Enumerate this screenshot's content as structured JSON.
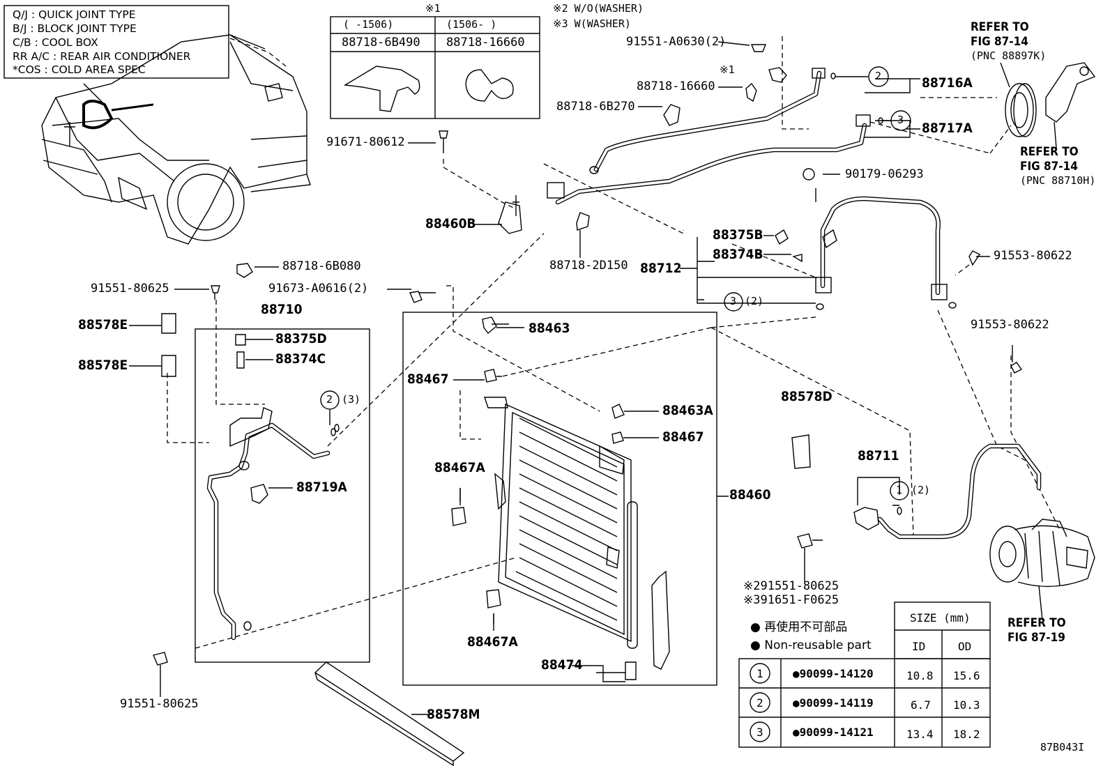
{
  "legend": {
    "lines": [
      "Q/J  :  QUICK JOINT TYPE",
      "B/J  :  BLOCK JOINT TYPE",
      "C/B  :  COOL BOX",
      "RR A/C  :  REAR AIR CONDITIONER",
      "*COS  :  COLD AREA SPEC"
    ]
  },
  "notes": {
    "note1": "※1",
    "note2": "※2 W/O(WASHER)",
    "note3": "※3 W(WASHER)"
  },
  "clip_table": {
    "header_col1": "(     -1506)",
    "header_col2": "(1506-     )",
    "part_col1": "88718-6B490",
    "part_col2": "88718-16660"
  },
  "parts": {
    "p91551_a0630": "91551-A0630(2)",
    "p88716a": "88716A",
    "p88717a": "88717A",
    "p88718_16660": "88718-16660",
    "p88718_6b270": "88718-6B270",
    "p91671": "91671-80612",
    "p88460b": "88460B",
    "p88718_2d150": "88718-2D150",
    "p90179": "90179-06293",
    "p88375b": "88375B",
    "p88374b": "88374B",
    "p88712": "88712",
    "p91553a": "91553-80622",
    "p91553b": "91553-80622",
    "p88718_6b080": "88718-6B080",
    "p91551_80625a": "91551-80625",
    "p91673": "91673-A0616(2)",
    "p88710": "88710",
    "p88578e_1": "88578E",
    "p88578e_2": "88578E",
    "p88375d": "88375D",
    "p88374c": "88374C",
    "p88719a": "88719A",
    "p88463": "88463",
    "p88467_1": "88467",
    "p88463a": "88463A",
    "p88467_2": "88467",
    "p88467a_1": "88467A",
    "p88467a_2": "88467A",
    "p88460": "88460",
    "p88474": "88474",
    "p88578d": "88578D",
    "p88711": "88711",
    "p91551_80625b": "91551-80625",
    "p88578m": "88578M",
    "p_x2": "※291551-80625",
    "p_x3": "※391651-F0625"
  },
  "qty": {
    "q2_top": "2",
    "q3_top": "3",
    "q3_88712": "3",
    "q3_88712_n": "(2)",
    "q2_88710": "2",
    "q2_88710_n": "(3)",
    "q1_88711": "1",
    "q1_88711_n": "(2)"
  },
  "refer": {
    "r1_line1": "REFER TO",
    "r1_line2": "FIG 87-14",
    "r1_line3": "(PNC 88897K)",
    "r2_line1": "REFER TO",
    "r2_line2": "FIG 87-14",
    "r2_line3": "(PNC 88710H)",
    "r3_line1": "REFER TO",
    "r3_line2": "FIG 87-19"
  },
  "nonreusable": {
    "jp": "● 再使用不可部品",
    "en": "● Non-reusable part"
  },
  "size_table": {
    "size_header": "SIZE (mm)",
    "id_header": "ID",
    "od_header": "OD",
    "rows": [
      {
        "mark": "1",
        "part": "●90099-14120",
        "id": "10.8",
        "od": "15.6"
      },
      {
        "mark": "2",
        "part": "●90099-14119",
        "id": "6.7",
        "od": "10.3"
      },
      {
        "mark": "3",
        "part": "●90099-14121",
        "id": "13.4",
        "od": "18.2"
      }
    ]
  },
  "fig_code": "87B043I"
}
